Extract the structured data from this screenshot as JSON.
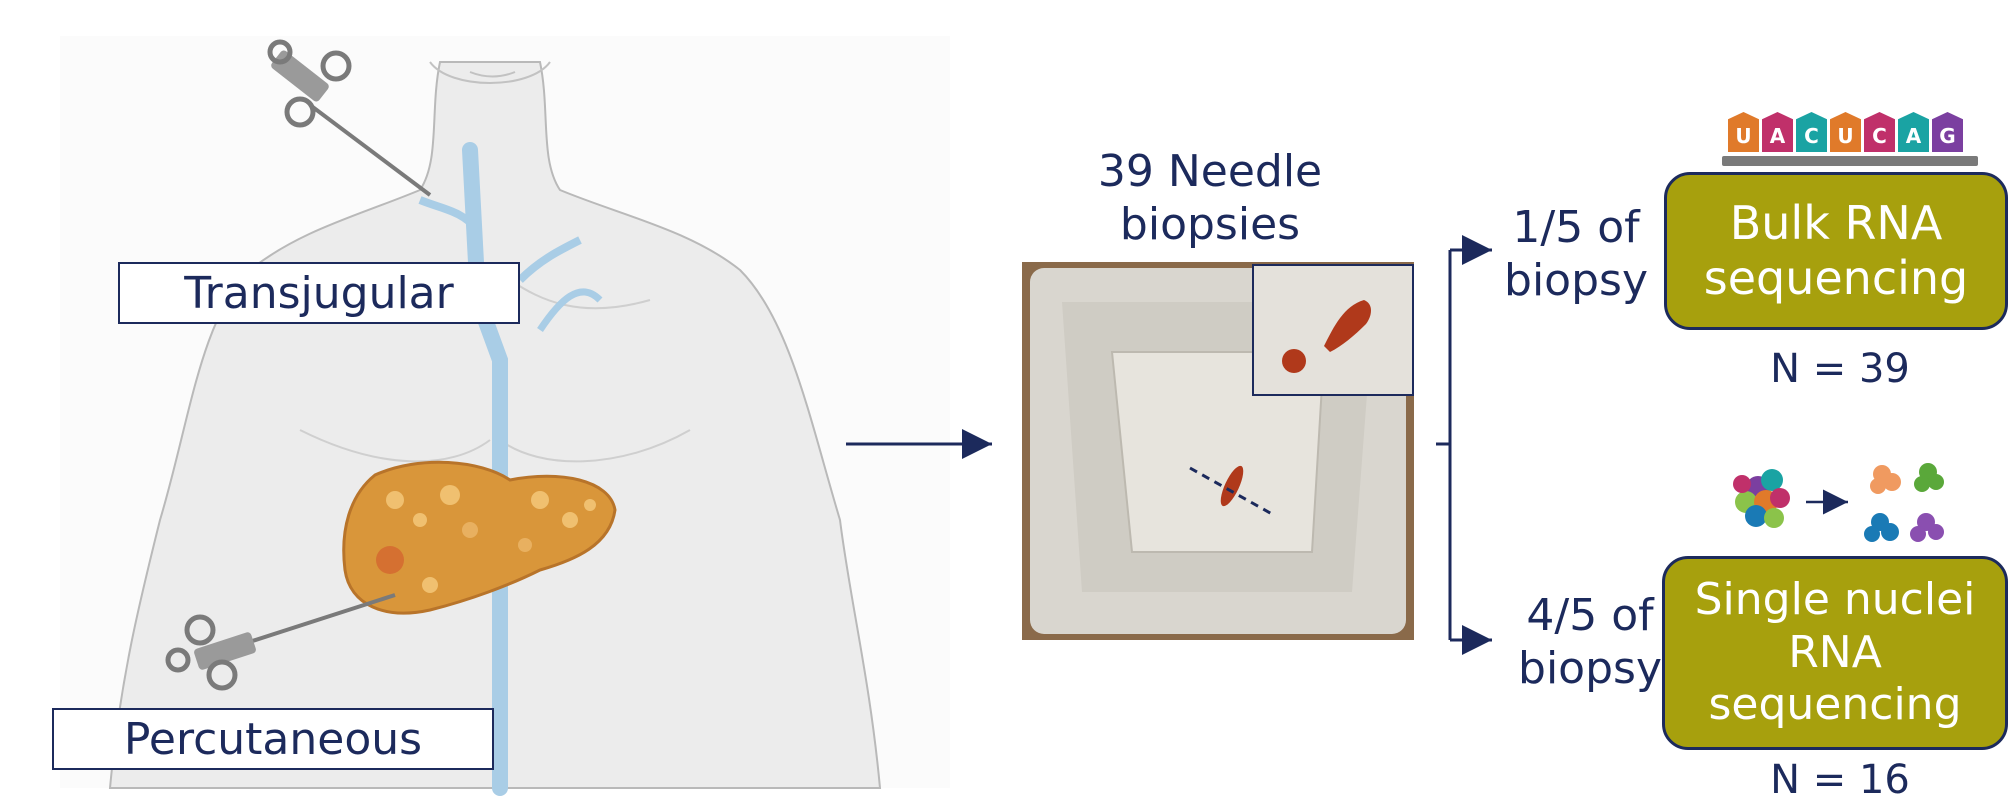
{
  "left": {
    "transjugular_label": "Transjugular",
    "percutaneous_label": "Percutaneous"
  },
  "middle": {
    "title_line1": "39 Needle",
    "title_line2": "biopsies"
  },
  "branches": [
    {
      "fraction_line1": "1/5 of",
      "fraction_line2": "biopsy",
      "method_lines": [
        "Bulk RNA",
        "sequencing"
      ],
      "n_label": "N = 39"
    },
    {
      "fraction_line1": "4/5 of",
      "fraction_line2": "biopsy",
      "method_lines": [
        "Single nuclei",
        "RNA",
        "sequencing"
      ],
      "n_label": "N = 16"
    }
  ],
  "sequence_letters": [
    {
      "letter": "U",
      "color": "#e07a2a"
    },
    {
      "letter": "A",
      "color": "#c0306a"
    },
    {
      "letter": "C",
      "color": "#1aa3a3"
    },
    {
      "letter": "U",
      "color": "#e07a2a"
    },
    {
      "letter": "C",
      "color": "#c0306a"
    },
    {
      "letter": "A",
      "color": "#1aa3a3"
    },
    {
      "letter": "G",
      "color": "#7b3fa0"
    }
  ],
  "colors": {
    "navy": "#1c2a5c",
    "olive": "#a7a00d",
    "liver": "#d9963a",
    "vein": "#a9cde6"
  }
}
